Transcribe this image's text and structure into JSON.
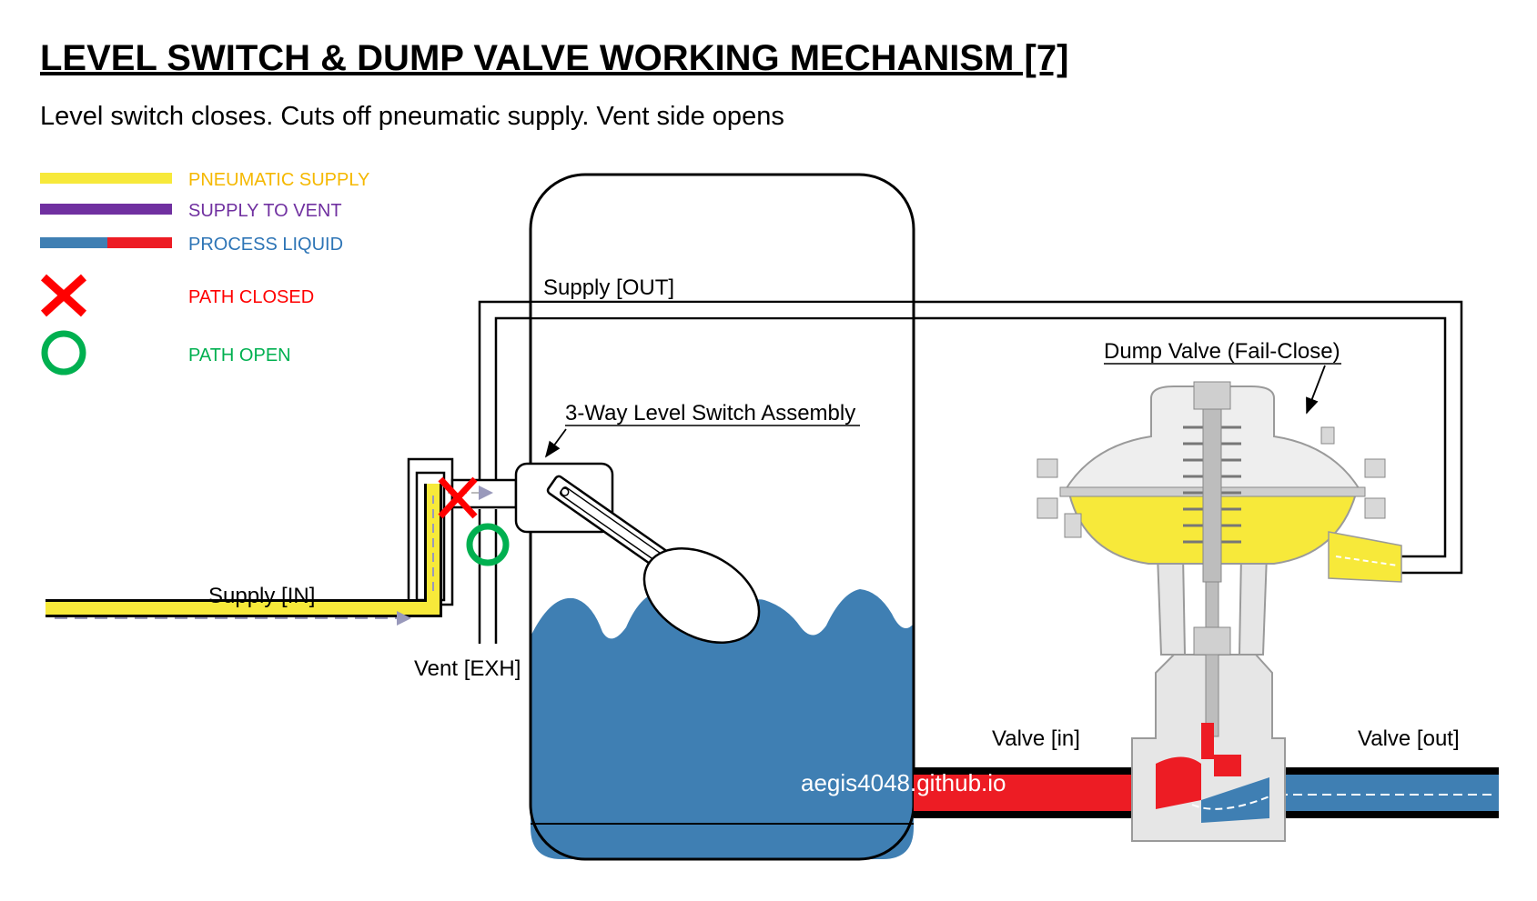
{
  "title": "LEVEL SWITCH & DUMP VALVE WORKING MECHANISM [7]",
  "subtitle": "Level switch closes. Cuts off pneumatic supply. Vent side opens",
  "legend": {
    "pneumatic_supply": "PNEUMATIC SUPPLY",
    "supply_to_vent": "SUPPLY TO VENT",
    "process_liquid": "PROCESS LIQUID",
    "path_closed": "PATH CLOSED",
    "path_open": "PATH OPEN"
  },
  "labels": {
    "supply_out": "Supply [OUT]",
    "supply_in": "Supply [IN]",
    "vent_exh": "Vent [EXH]",
    "level_switch": "3-Way Level Switch Assembly",
    "dump_valve": "Dump Valve (Fail-Close)",
    "valve_in": "Valve [in]",
    "valve_out": "Valve [out]",
    "watermark": "aegis4048.github.io"
  },
  "colors": {
    "pneumatic": "#f7e93a",
    "vent": "#7030a0",
    "liquid_blue": "#3f7fb3",
    "liquid_red": "#ed1c24",
    "closed": "#ff0000",
    "open": "#00b050",
    "legend_yellow_text": "#f5b800",
    "legend_purple_text": "#7030a0",
    "legend_blue_text": "#2e75b6",
    "legend_red_text": "#ff0000",
    "legend_green_text": "#00b050"
  }
}
